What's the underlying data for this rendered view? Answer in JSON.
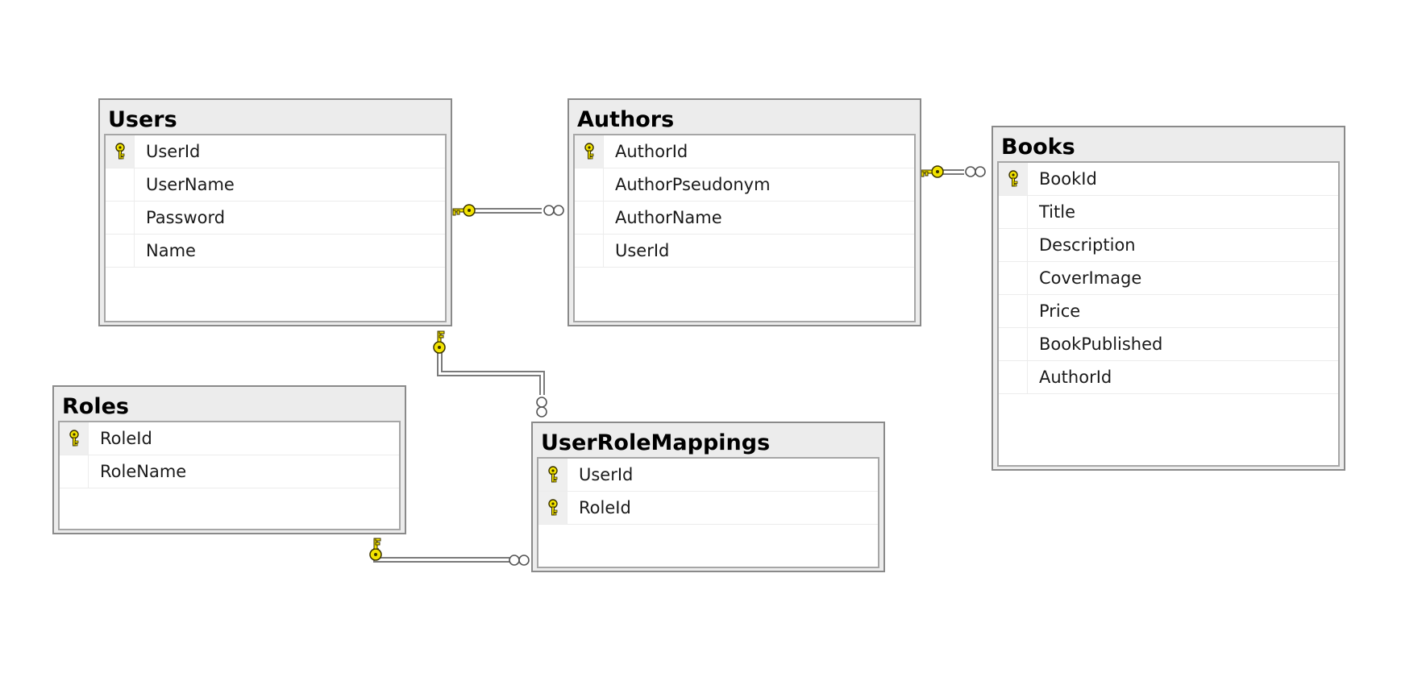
{
  "tables": {
    "users": {
      "title": "Users",
      "columns": [
        {
          "name": "UserId",
          "pk": true
        },
        {
          "name": "UserName",
          "pk": false
        },
        {
          "name": "Password",
          "pk": false
        },
        {
          "name": "Name",
          "pk": false
        }
      ]
    },
    "authors": {
      "title": "Authors",
      "columns": [
        {
          "name": "AuthorId",
          "pk": true
        },
        {
          "name": "AuthorPseudonym",
          "pk": false
        },
        {
          "name": "AuthorName",
          "pk": false
        },
        {
          "name": "UserId",
          "pk": false
        }
      ]
    },
    "books": {
      "title": "Books",
      "columns": [
        {
          "name": "BookId",
          "pk": true
        },
        {
          "name": "Title",
          "pk": false
        },
        {
          "name": "Description",
          "pk": false
        },
        {
          "name": "CoverImage",
          "pk": false
        },
        {
          "name": "Price",
          "pk": false
        },
        {
          "name": "BookPublished",
          "pk": false
        },
        {
          "name": "AuthorId",
          "pk": false
        }
      ]
    },
    "roles": {
      "title": "Roles",
      "columns": [
        {
          "name": "RoleId",
          "pk": true
        },
        {
          "name": "RoleName",
          "pk": false
        }
      ]
    },
    "userrolemappings": {
      "title": "UserRoleMappings",
      "columns": [
        {
          "name": "UserId",
          "pk": true
        },
        {
          "name": "RoleId",
          "pk": true
        }
      ]
    }
  },
  "relationships": [
    {
      "from": "users",
      "to": "authors",
      "one_end": "key-icon",
      "many_end": "infinity-icon"
    },
    {
      "from": "authors",
      "to": "books",
      "one_end": "key-icon",
      "many_end": "infinity-icon"
    },
    {
      "from": "users",
      "to": "userrolemappings",
      "one_end": "key-icon",
      "many_end": "infinity-icon"
    },
    {
      "from": "roles",
      "to": "userrolemappings",
      "one_end": "key-icon",
      "many_end": "infinity-icon"
    }
  ],
  "colors": {
    "key_fill": "#f2e300",
    "key_stroke": "#3a3200",
    "table_frame": "#ececec",
    "connector": "#7a7a7a"
  }
}
